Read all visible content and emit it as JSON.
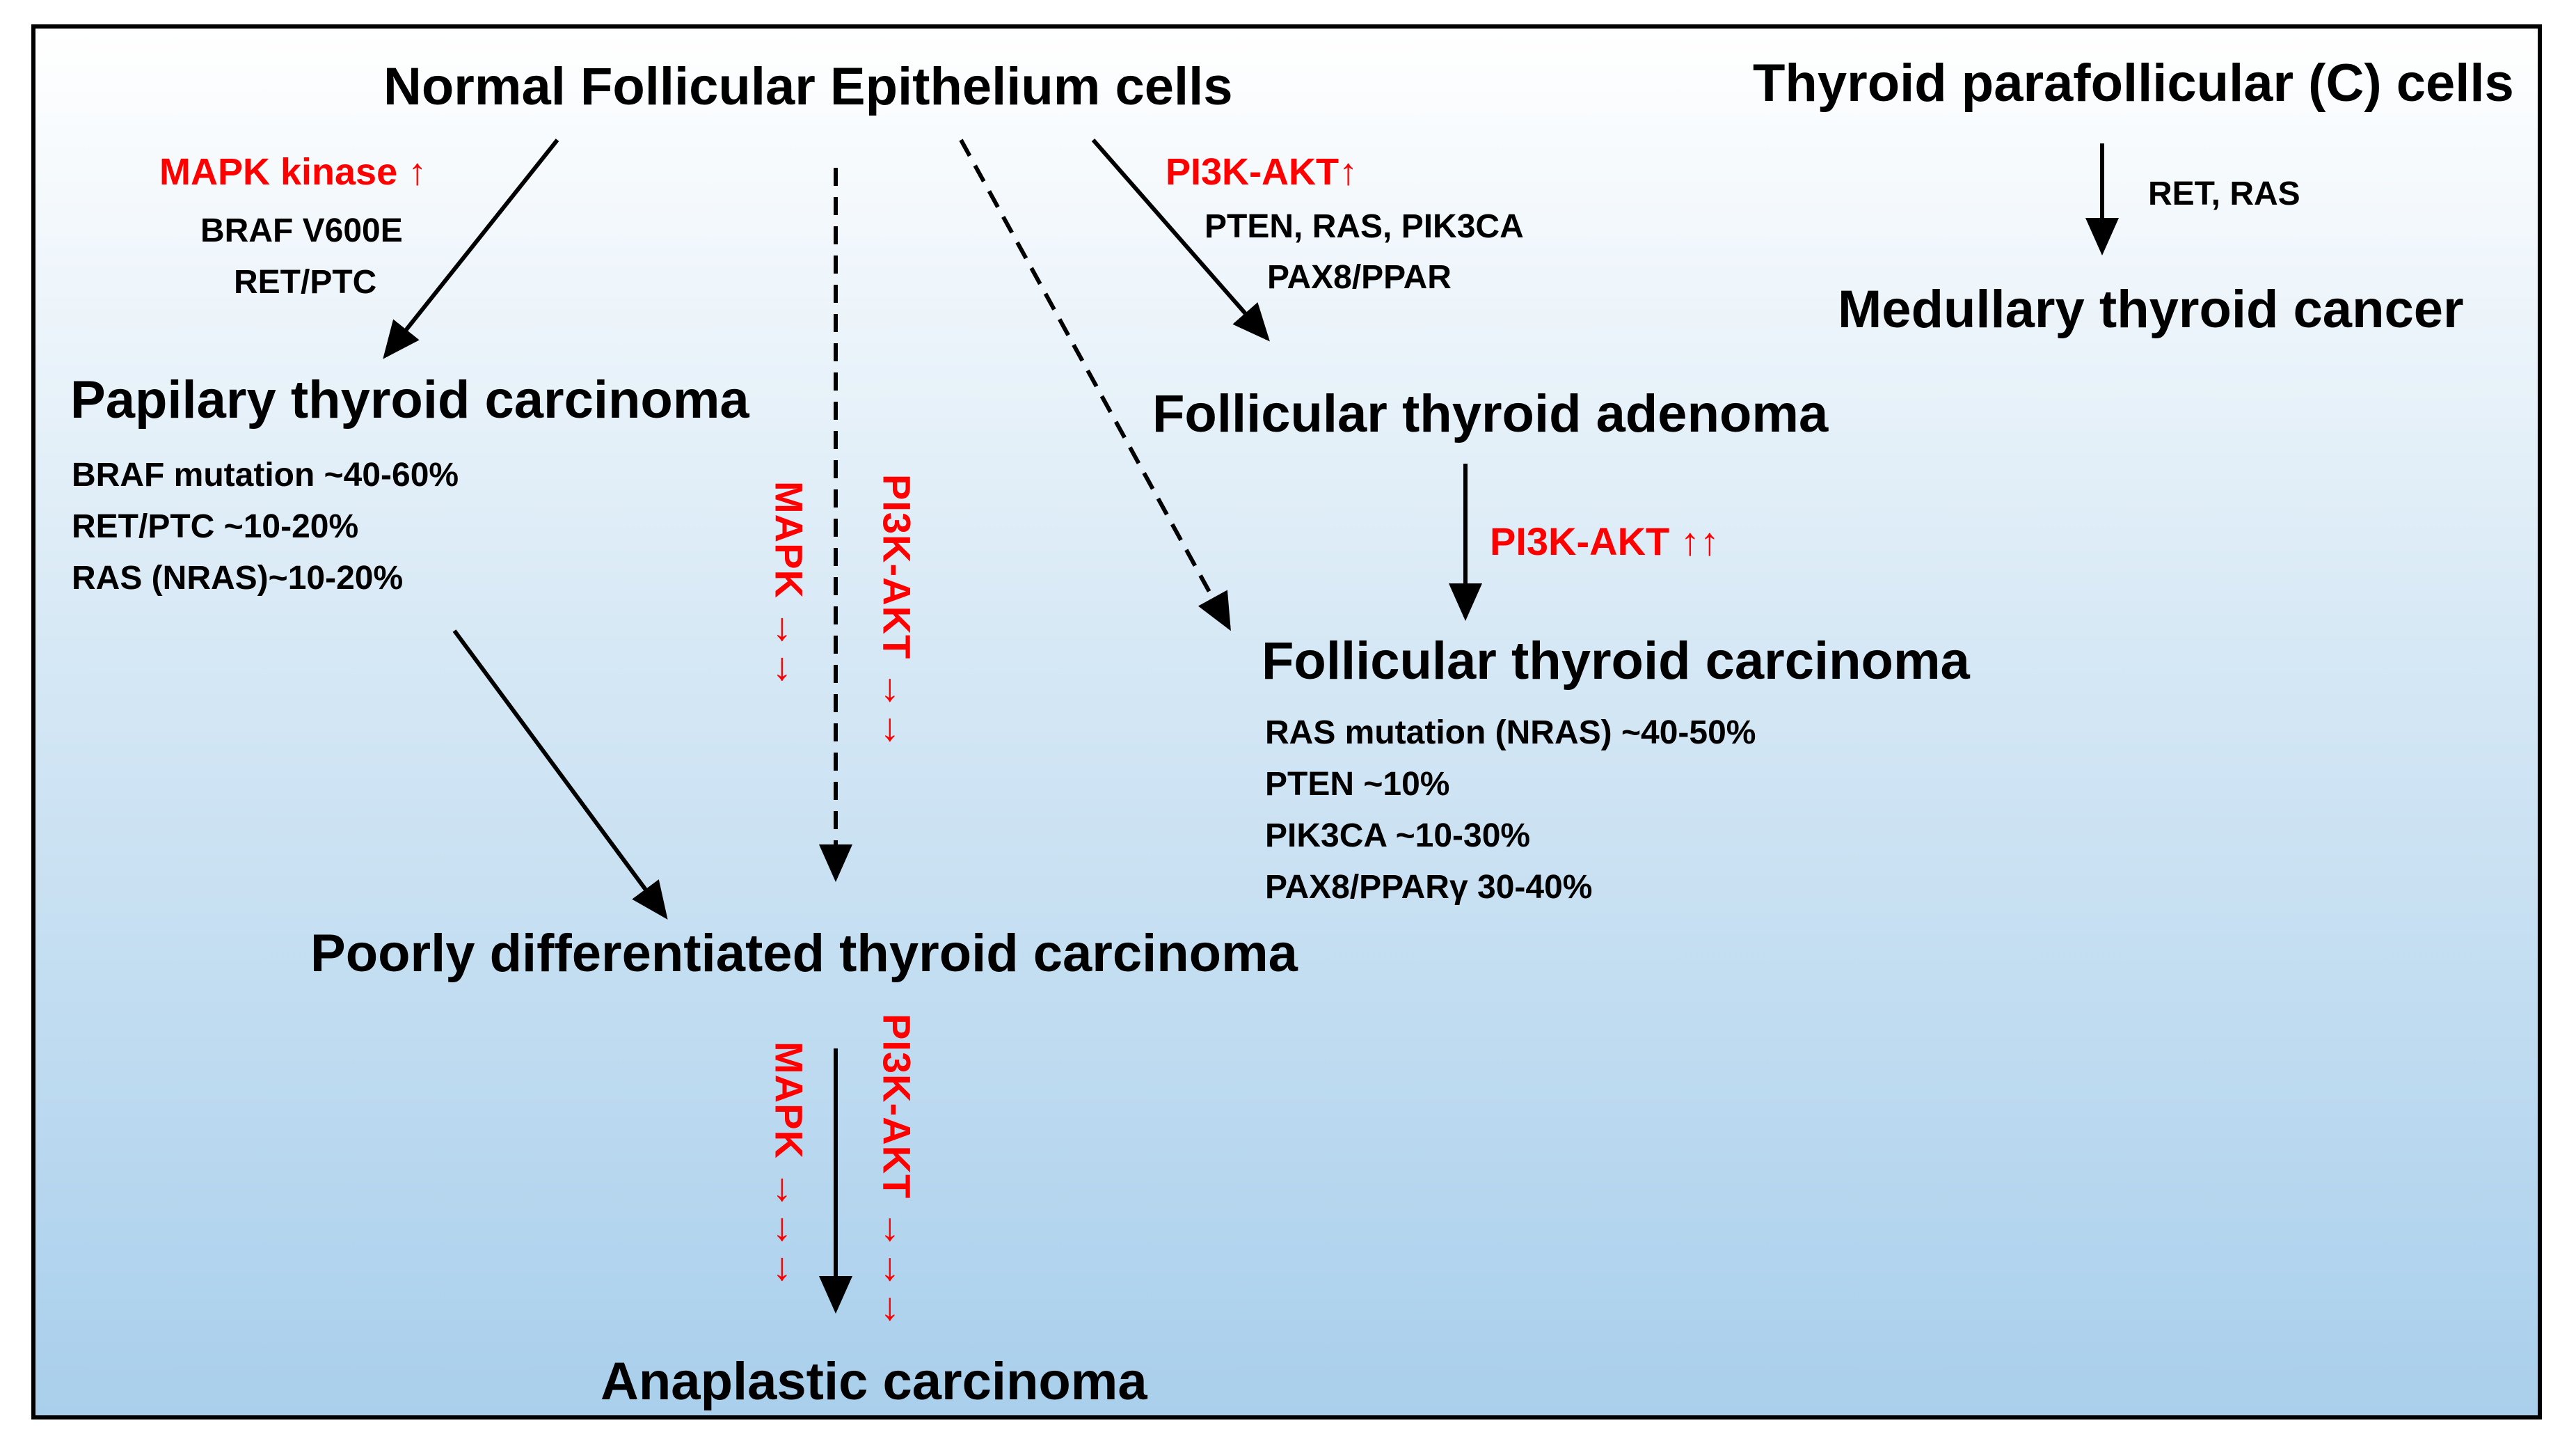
{
  "nodes": {
    "normal_cells": "Normal Follicular Epithelium cells",
    "parafollicular_cells": "Thyroid parafollicular (C) cells",
    "medullary_cancer": "Medullary thyroid cancer",
    "papillary_carcinoma": "Papilary thyroid carcinoma",
    "follicular_adenoma": "Follicular thyroid adenoma",
    "follicular_carcinoma": "Follicular thyroid carcinoma",
    "poorly_differentiated": "Poorly differentiated thyroid carcinoma",
    "anaplastic": "Anaplastic carcinoma"
  },
  "labels": {
    "mapk_kinase": "MAPK kinase ↑",
    "braf_v600e": "BRAF V600E",
    "ret_ptc": "RET/PTC",
    "pi3k_akt_up": "PI3K-AKT↑",
    "pten_ras_pik3ca": "PTEN, RAS, PIK3CA",
    "pax8_ppar": "PAX8/PPAR",
    "ret_ras": "RET, RAS",
    "pi3k_akt_up_up": "PI3K-AKT ↑↑",
    "mapk_vert_1": "MAPK →→",
    "pi3k_akt_vert_1": "PI3K-AKT →→",
    "mapk_vert_2": "MAPK →→→",
    "pi3k_akt_vert_2": "PI3K-AKT →→→"
  },
  "papillary_mutations": [
    "BRAF mutation ~40-60%",
    "RET/PTC ~10-20%",
    "RAS (NRAS)~10-20%"
  ],
  "follicular_mutations": [
    "RAS mutation (NRAS) ~40-50%",
    "PTEN ~10%",
    "PIK3CA ~10-30%",
    "PAX8/PPARγ 30-40%"
  ],
  "colors": {
    "pathway_text": "#ff0000",
    "node_text": "#000000",
    "background_top": "#ffffff",
    "background_bottom": "#a9cfec"
  }
}
